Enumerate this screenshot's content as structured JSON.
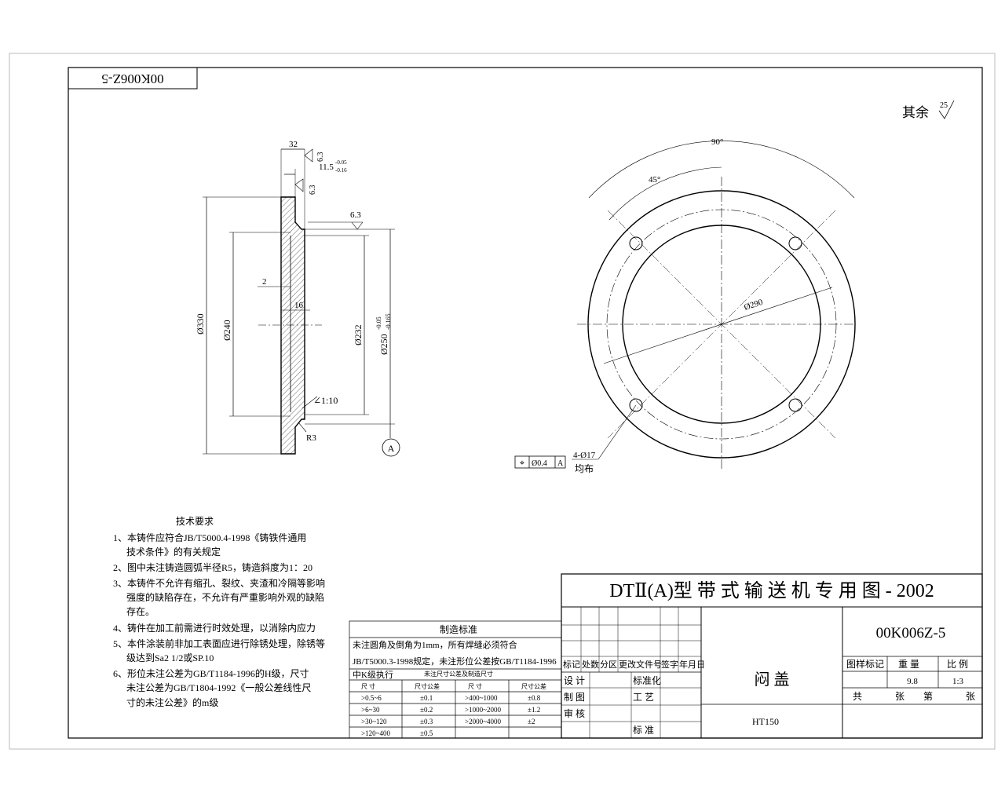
{
  "drawing_number": "00K006Z-5",
  "drawing_number_stamp": "00K006Z-5",
  "roughness_general_label": "其余",
  "roughness_general_value": "25",
  "side_view": {
    "dim_flange_thk": "32",
    "dim_step": "11.5",
    "tol_step_upper": "-0.05",
    "tol_step_lower": "-0.16",
    "roughness_a": "6.3",
    "roughness_b": "6.3",
    "roughness_c": "6.3",
    "dim_wall": "2",
    "dim_16": "16",
    "dia_330": "Ø330",
    "dia_240": "Ø240",
    "dia_232": "Ø232",
    "dia_250": "Ø250",
    "tol_250_upper": "-0.05",
    "tol_250_lower": "-0.165",
    "taper": "∠1:10",
    "radius": "R3",
    "datum": "A"
  },
  "front_view": {
    "angle_90": "90°",
    "angle_45": "45°",
    "dia_290": "Ø290",
    "holes_label": "4-Ø17",
    "holes_note": "均布",
    "position_tol_symbol": "⌖",
    "position_tol_value": "Ø0.4",
    "position_tol_datum": "A"
  },
  "tech_requirements": {
    "title": "技术要求",
    "lines": [
      "1、本铸件应符合JB/T5000.4-1998《铸铁件通用",
      "技术条件》的有关规定",
      "2、图中未注铸造圆弧半径R5，铸造斜度为1：20",
      "3、本铸件不允许有缩孔、裂纹、夹渣和冷隔等影响",
      "强度的缺陷存在，不允许有严重影响外观的缺陷",
      "存在。",
      "4、铸件在加工前需进行时效处理，以消除内应力",
      "5、本件涂装前非加工表面应进行除锈处理，除锈等",
      "级达到Sa2 1/2或SP.10",
      "6、形位未注公差为GB/T1184-1996的H级，尺寸",
      "未注公差为GB/T1804-1992《一般公差线性尺",
      "寸的未注公差》的m级"
    ]
  },
  "manufacturing_standard": {
    "title": "制造标准",
    "lines": [
      "未注圆角及倒角为1mm，所有焊缝必须符合",
      "JB/T5000.3-1998规定，未注形位公差按GB/T1184-1996",
      "中K级执行"
    ],
    "table_title": "未注尺寸公差及制造尺寸",
    "headers": [
      "尺    寸",
      "尺寸公差",
      "尺    寸",
      "尺寸公差"
    ],
    "rows": [
      [
        ">0.5~6",
        "±0.1",
        ">400~1000",
        "±0.8"
      ],
      [
        ">6~30",
        "±0.2",
        ">1000~2000",
        "±1.2"
      ],
      [
        ">30~120",
        "±0.3",
        ">2000~4000",
        "±2"
      ],
      [
        ">120~400",
        "±0.5",
        "",
        ""
      ]
    ]
  },
  "title_block": {
    "header": "DTⅡ(A)型   带 式 输 送 机 专 用 图 - 2002",
    "drawing_no": "00K006Z-5",
    "part_name": "闷    盖",
    "material": "HT150",
    "rev_headers": [
      "标记",
      "处数",
      "分区",
      "更改文件号",
      "签字",
      "年月日"
    ],
    "roles": [
      "设  计",
      "制  图",
      "审  核"
    ],
    "roles_right": [
      "标准化",
      "工  艺",
      "标  准"
    ],
    "info_headers": [
      "图样标记",
      "重   量",
      "比  例"
    ],
    "weight": "9.8",
    "scale": "1:3",
    "sheet_total_label": "共",
    "sheet_unit_1": "张",
    "sheet_no_label": "第",
    "sheet_unit_2": "张"
  }
}
